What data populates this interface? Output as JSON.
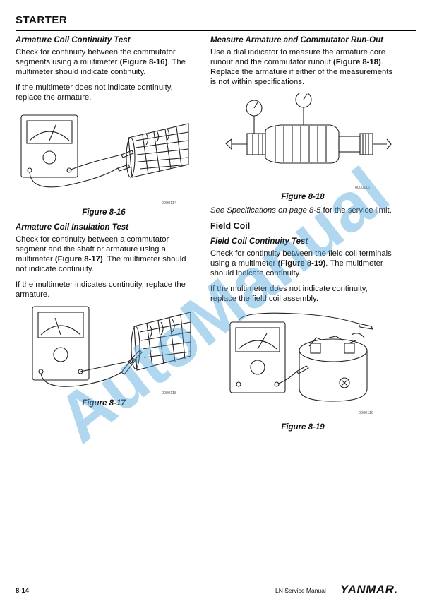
{
  "header": {
    "title": "STARTER"
  },
  "left": {
    "s1_heading": "Armature Coil Continuity Test",
    "s1_p1_a": "Check for continuity between the commutator segments using a multimeter ",
    "s1_p1_ref": "(Figure 8-16)",
    "s1_p1_b": ". The multimeter should indicate continuity.",
    "s1_p2": "If the multimeter does not indicate continuity, replace the armature.",
    "fig16_id": "0000114",
    "fig16_caption": "Figure 8-16",
    "s2_heading": "Armature Coil Insulation Test",
    "s2_p1_a": "Check for continuity between a commutator segment and the shaft or armature using a multimeter ",
    "s2_p1_ref": "(Figure 8-17)",
    "s2_p1_b": ". The multimeter should not indicate continuity.",
    "s2_p2": "If the multimeter indicates continuity, replace the armature.",
    "fig17_id": "0000115",
    "fig17_caption": "Figure 8-17"
  },
  "right": {
    "s3_heading": "Measure Armature and Commutator Run-Out",
    "s3_p1_a": "Use a dial indicator to measure the armature core runout and the commutator runout ",
    "s3_p1_ref": "(Figure 8-18)",
    "s3_p1_b": ". Replace the armature if either of the measurements is not within specifications.",
    "fig18_id": "0000116",
    "fig18_caption": "Figure 8-18",
    "spec_ref": "See Specifications on page 8-5",
    "spec_tail": " for the service limit.",
    "field_coil_heading": "Field Coil",
    "s4_heading": "Field Coil Continuity Test",
    "s4_p1_a": "Check for continuity between the field coil terminals using a multimeter ",
    "s4_p1_ref": "(Figure 8-19)",
    "s4_p1_b": ". The multimeter should indicate continuity.",
    "s4_p2": "If the multimeter does not indicate continuity, replace the field coil assembly.",
    "fig19_id": "0000119",
    "fig19_caption": "Figure 8-19"
  },
  "watermark": {
    "text": "AutoManual",
    "color": "#4fa8e0"
  },
  "footer": {
    "page_number": "8-14",
    "manual_name": "LN Service Manual",
    "brand_logo": "YANMAR."
  }
}
